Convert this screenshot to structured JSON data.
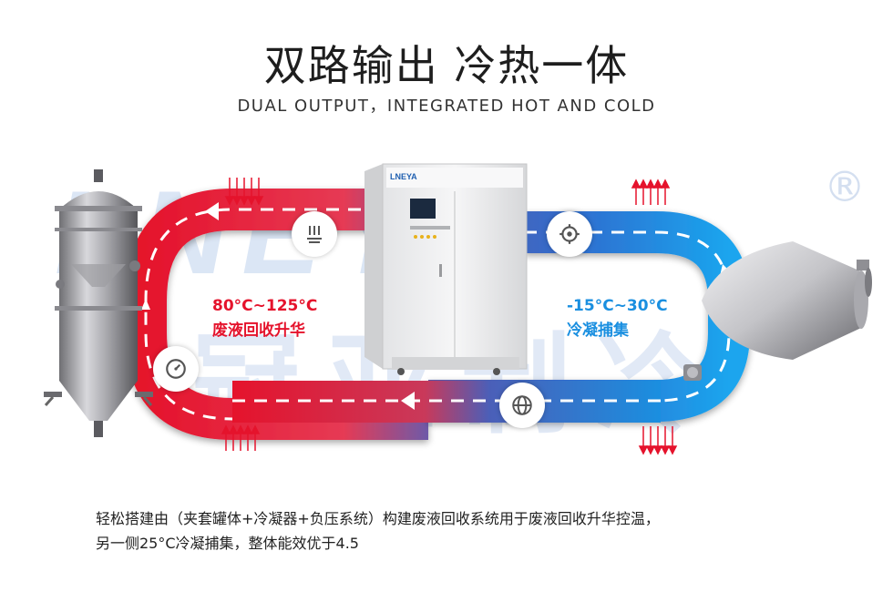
{
  "header": {
    "title": "双路输出 冷热一体",
    "subtitle": "DUAL OUTPUT，INTEGRATED HOT AND COLD"
  },
  "watermark": {
    "brand": "LNEYA",
    "chinese": "冠亚制冷",
    "registered": "®"
  },
  "machine": {
    "logo": "LNEYA"
  },
  "hot_loop": {
    "temperature": "80°C~125°C",
    "label": "废液回收升华",
    "color": "#e5132c"
  },
  "cold_loop": {
    "temperature": "-15°C~30°C",
    "label": "冷凝捕集",
    "color": "#1a8fe0"
  },
  "icons": [
    "heat-icon",
    "gear-icon",
    "gauge-icon",
    "globe-icon"
  ],
  "description": {
    "line1": "轻松搭建由（夹套罐体+冷凝器+负压系统）构建废液回收系统用于废液回收升华控温，",
    "line2": "另一侧25°C冷凝捕集，整体能效优于4.5"
  }
}
